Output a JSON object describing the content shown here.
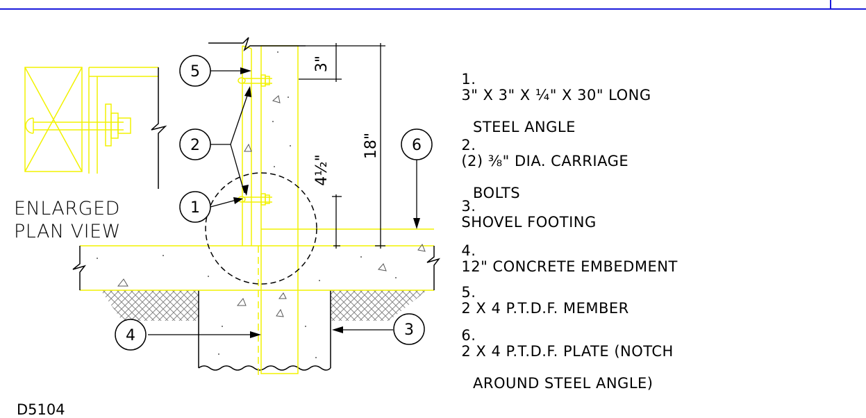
{
  "callouts": [
    "1",
    "2",
    "3",
    "4",
    "5",
    "6"
  ],
  "dimensions": {
    "top": "3\"",
    "overall": "18\"",
    "lower": "4½\""
  },
  "view_label": {
    "line1": "ENLARGED",
    "line2": "PLAN VIEW"
  },
  "notes": [
    {
      "num": "1.",
      "line1": "3\" X 3\" X ¼\" X 30\" LONG",
      "line2": "STEEL ANGLE"
    },
    {
      "num": "2.",
      "line1": "(2) ⅜\" DIA. CARRIAGE",
      "line2": "BOLTS"
    },
    {
      "num": "3.",
      "line1": "SHOVEL FOOTING",
      "line2": ""
    },
    {
      "num": "4.",
      "line1": "12\" CONCRETE EMBEDMENT",
      "line2": ""
    },
    {
      "num": "5.",
      "line1": "2 X 4 P.T.D.F. MEMBER",
      "line2": ""
    },
    {
      "num": "6.",
      "line1": "2 X 4 P.T.D.F. PLATE (NOTCH",
      "line2": "AROUND STEEL ANGLE)"
    }
  ],
  "drawing_number": "D5104",
  "colors": {
    "frame": "#1a1adc",
    "member": "#f2f200",
    "line": "#000000",
    "background": "#ffffff"
  }
}
